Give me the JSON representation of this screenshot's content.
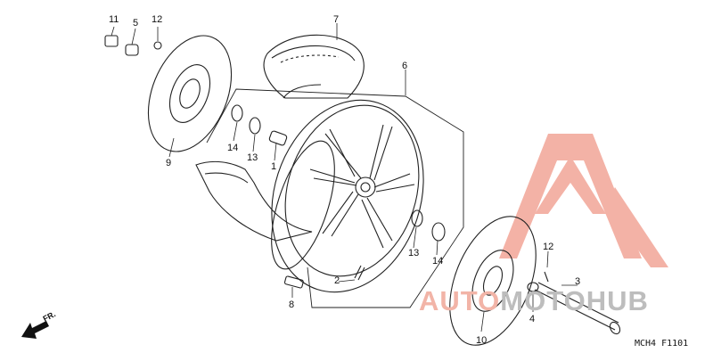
{
  "callouts": {
    "c1": "1",
    "c2": "2",
    "c3": "3",
    "c4": "4",
    "c5": "5",
    "c6": "6",
    "c7": "7",
    "c8": "8",
    "c9": "9",
    "c10": "10",
    "c11": "11",
    "c12a": "12",
    "c12b": "12",
    "c13a": "13",
    "c13b": "13",
    "c14a": "14",
    "c14b": "14"
  },
  "direction_label": "FR.",
  "diagram_code": "MCH4  F1101",
  "watermark": {
    "part1": "AUTO",
    "part2": "MOTO",
    "part3": "HUB",
    "color_red": "#f2b4a7",
    "color_gray": "#bdbdbd"
  },
  "icons": [
    "front-direction-arrow-icon",
    "automotohub-logo-icon"
  ]
}
